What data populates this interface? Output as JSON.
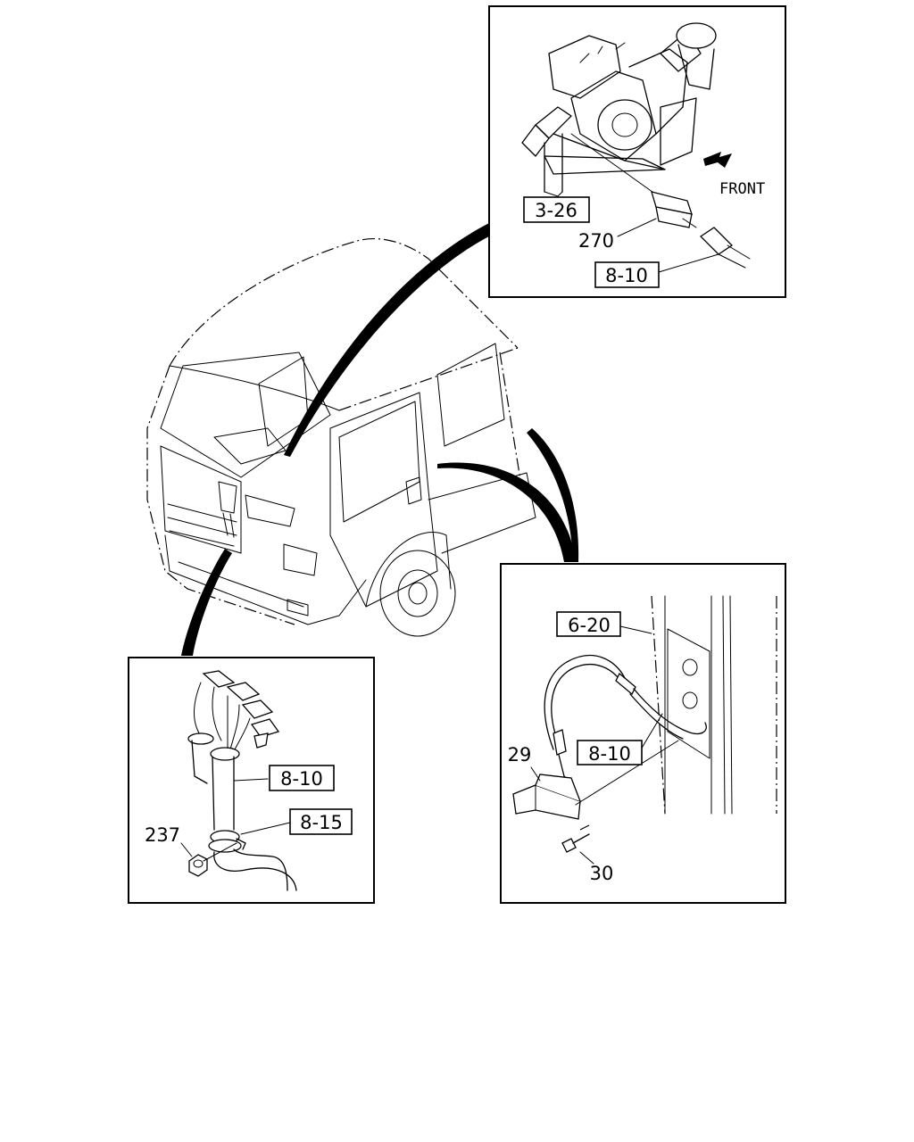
{
  "panels": {
    "top_right": {
      "refs": [
        "3-26",
        "8-10"
      ],
      "parts": [
        "270"
      ],
      "direction_label": "FRONT"
    },
    "bottom_left": {
      "refs": [
        "8-10",
        "8-15"
      ],
      "parts": [
        "237"
      ]
    },
    "bottom_right": {
      "refs": [
        "6-20",
        "8-10"
      ],
      "parts": [
        "29",
        "30"
      ]
    }
  }
}
